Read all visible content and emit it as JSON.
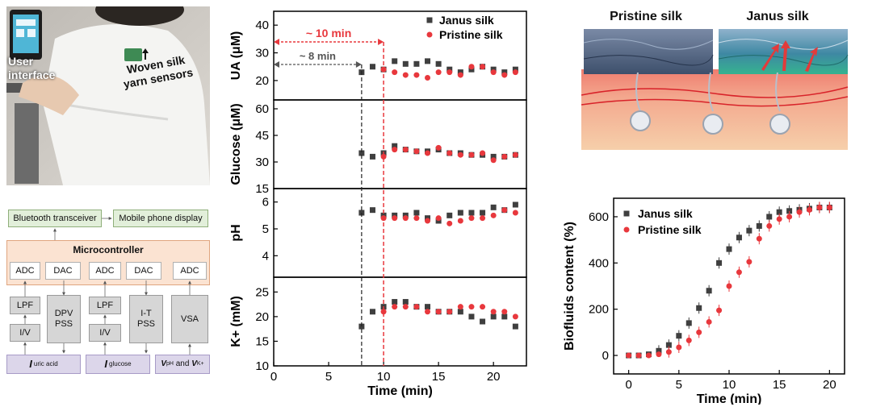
{
  "photo": {
    "user_interface_label": "User interface",
    "sensor_label": "Woven silk yarn sensors"
  },
  "block_diagram": {
    "bluetooth": "Bluetooth transceiver",
    "phone": "Mobile phone display",
    "microcontroller": "Microcontroller",
    "adc": "ADC",
    "dac": "DAC",
    "lpf": "LPF",
    "iv": "I/V",
    "dpv_pss": "DPV PSS",
    "it_pss": "I-T PSS",
    "vsa": "VSA",
    "input_uric_main": "I",
    "input_uric_sub": "uric acid",
    "input_glucose_main": "I",
    "input_glucose_sub": "glucose",
    "input_v_ph_main": "V",
    "input_v_ph_sub": "pH",
    "input_v_and": " and ",
    "input_v_k_main": "V",
    "input_v_k_sub": "K+"
  },
  "schematic": {
    "pristine_label": "Pristine silk",
    "janus_label": "Janus silk",
    "colors": {
      "fabric_pristine": "#3d4f6b",
      "fabric_janus": "#2c6e88",
      "skin_top": "#ef7d6f",
      "skin_bottom": "#f6cfaa",
      "arrow": "#e23b3b"
    }
  },
  "chart_data": [
    {
      "type": "scatter",
      "layout": "stacked-panels",
      "xlabel": "Time (min)",
      "xlim": [
        0,
        23
      ],
      "xticks": [
        0,
        5,
        10,
        15,
        20
      ],
      "legend": {
        "placement": "top-right",
        "entries": [
          "Janus silk",
          "Pristine silk"
        ]
      },
      "colors": {
        "Janus silk": "#3f3f3f",
        "Pristine silk": "#e8383d"
      },
      "annotations": [
        {
          "text": "~ 10 min",
          "x": 10,
          "color": "#e8383d"
        },
        {
          "text": "~ 8 min",
          "x": 8,
          "color": "#555555"
        }
      ],
      "panels": [
        {
          "ylabel": "UA (μM)",
          "ylim": [
            13,
            45
          ],
          "yticks": [
            20,
            30,
            40
          ],
          "series": [
            {
              "name": "Janus silk",
              "x": [
                8,
                9,
                10,
                11,
                12,
                13,
                14,
                15,
                16,
                17,
                18,
                19,
                20,
                21,
                22
              ],
              "y": [
                23,
                25,
                24,
                27,
                26,
                26,
                27,
                26,
                24,
                23,
                24,
                25,
                24,
                23,
                24
              ]
            },
            {
              "name": "Pristine silk",
              "x": [
                10,
                11,
                12,
                13,
                14,
                15,
                16,
                17,
                18,
                19,
                20,
                21,
                22
              ],
              "y": [
                24,
                23,
                22,
                22,
                21,
                23,
                23,
                22,
                25,
                25,
                23,
                22,
                23
              ]
            }
          ]
        },
        {
          "ylabel": "Glucose (μM)",
          "ylim": [
            15,
            65
          ],
          "yticks": [
            15,
            30,
            45,
            60
          ],
          "series": [
            {
              "name": "Janus silk",
              "x": [
                8,
                9,
                10,
                11,
                12,
                13,
                14,
                15,
                16,
                17,
                18,
                19,
                20,
                21,
                22
              ],
              "y": [
                35,
                33,
                35,
                39,
                37,
                36,
                36,
                37,
                35,
                35,
                34,
                34,
                33,
                33,
                34
              ]
            },
            {
              "name": "Pristine silk",
              "x": [
                10,
                11,
                12,
                13,
                14,
                15,
                16,
                17,
                18,
                19,
                20,
                21,
                22
              ],
              "y": [
                33,
                37,
                37,
                36,
                35,
                38,
                35,
                34,
                34,
                35,
                31,
                33,
                34
              ]
            }
          ]
        },
        {
          "ylabel": "pH",
          "ylim": [
            3.2,
            6.5
          ],
          "yticks": [
            4,
            5,
            6
          ],
          "series": [
            {
              "name": "Janus silk",
              "x": [
                8,
                9,
                10,
                11,
                12,
                13,
                14,
                15,
                16,
                17,
                18,
                19,
                20,
                21,
                22
              ],
              "y": [
                5.6,
                5.7,
                5.5,
                5.5,
                5.5,
                5.6,
                5.4,
                5.3,
                5.5,
                5.6,
                5.6,
                5.6,
                5.8,
                5.7,
                5.9
              ]
            },
            {
              "name": "Pristine silk",
              "x": [
                10,
                11,
                12,
                13,
                14,
                15,
                16,
                17,
                18,
                19,
                20,
                21,
                22
              ],
              "y": [
                5.4,
                5.4,
                5.4,
                5.4,
                5.3,
                5.4,
                5.2,
                5.3,
                5.4,
                5.4,
                5.5,
                5.7,
                5.6
              ]
            }
          ]
        },
        {
          "ylabel": "K+ (mM)",
          "ylim": [
            10,
            28
          ],
          "yticks": [
            10,
            15,
            20,
            25
          ],
          "series": [
            {
              "name": "Janus silk",
              "x": [
                8,
                9,
                10,
                11,
                12,
                13,
                14,
                15,
                16,
                17,
                18,
                19,
                20,
                21,
                22
              ],
              "y": [
                18,
                21,
                22,
                23,
                23,
                22,
                22,
                21,
                21,
                21,
                20,
                19,
                20,
                20,
                18
              ]
            },
            {
              "name": "Pristine silk",
              "x": [
                10,
                11,
                12,
                13,
                14,
                15,
                16,
                17,
                18,
                19,
                20,
                21,
                22
              ],
              "y": [
                21,
                22,
                22,
                22,
                21,
                21,
                21,
                22,
                22,
                22,
                21,
                21,
                20
              ]
            }
          ]
        }
      ]
    },
    {
      "type": "scatter",
      "xlabel": "Time (min)",
      "ylabel": "Biofluids content (%)",
      "xlim": [
        -1.5,
        21.5
      ],
      "ylim": [
        -80,
        680
      ],
      "xticks": [
        0,
        5,
        10,
        15,
        20
      ],
      "yticks": [
        0,
        200,
        400,
        600
      ],
      "legend": {
        "placement": "top-left",
        "entries": [
          "Janus silk",
          "Pristine silk"
        ]
      },
      "series": [
        {
          "name": "Janus silk",
          "x": [
            0,
            1,
            2,
            3,
            4,
            5,
            6,
            7,
            8,
            9,
            10,
            11,
            12,
            13,
            14,
            15,
            16,
            17,
            18,
            19,
            20
          ],
          "y": [
            0,
            0,
            5,
            20,
            45,
            85,
            140,
            205,
            280,
            400,
            460,
            510,
            540,
            560,
            600,
            620,
            625,
            630,
            635,
            640,
            640
          ]
        },
        {
          "name": "Pristine silk",
          "x": [
            0,
            1,
            2,
            3,
            4,
            5,
            6,
            7,
            8,
            9,
            10,
            11,
            12,
            13,
            14,
            15,
            16,
            17,
            18,
            19,
            20
          ],
          "y": [
            0,
            0,
            0,
            5,
            15,
            35,
            65,
            100,
            145,
            195,
            300,
            360,
            405,
            505,
            560,
            590,
            600,
            620,
            630,
            640,
            640
          ]
        }
      ]
    }
  ]
}
